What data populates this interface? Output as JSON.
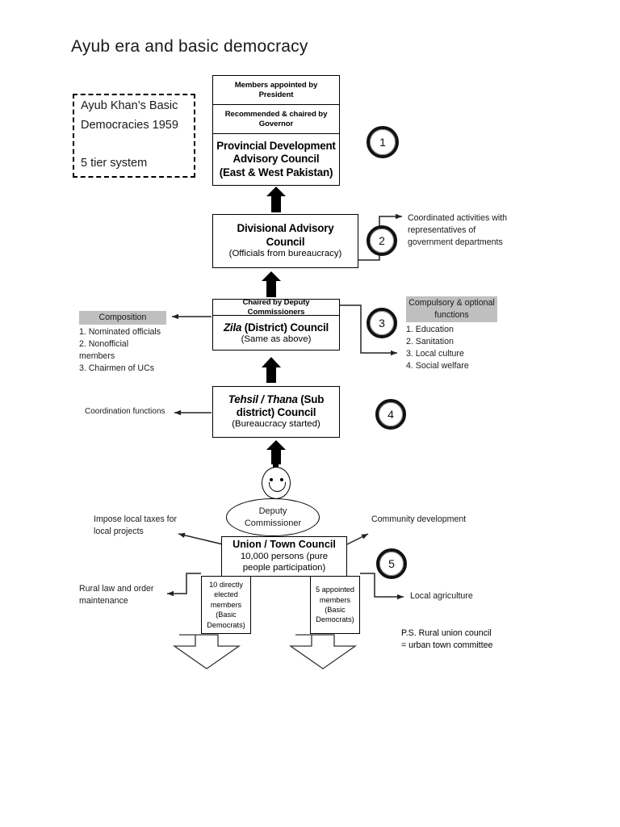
{
  "page": {
    "title": "Ayub era and basic democracy"
  },
  "legend": {
    "line1": "Ayub Khan’s Basic",
    "line2": "Democracies 1959",
    "line3": "5 tier system"
  },
  "tiers": [
    {
      "number": "1",
      "name": "provincial",
      "header1": "Members appointed by President",
      "header2": "Recommended & chaired by Governor",
      "title": "Provincial Development Advisory Council",
      "subtitle": "(East & West Pakistan)"
    },
    {
      "number": "2",
      "name": "divisional",
      "title": "Divisional Advisory Council",
      "subtitle": "(Officials from bureaucracy)"
    },
    {
      "number": "3",
      "name": "zila",
      "header1": "Chaired by Deputy Commissioners",
      "title_italic": "Zila",
      "title_rest": " (District) Council",
      "subtitle": "(Same as above)"
    },
    {
      "number": "4",
      "name": "tehsil",
      "title_italic": "Tehsil / Thana",
      "title_rest": " (Sub district) Council",
      "subtitle": "(Bureaucracy started)"
    },
    {
      "number": "5",
      "name": "union",
      "title": "Union / Town Council",
      "subtitle": "10,000 persons (pure people participation)"
    }
  ],
  "boxes": {
    "provincial": {
      "line1": "Members appointed by",
      "line2": "President",
      "line3": "Recommended & chaired by",
      "line4": "Governor",
      "line5": "Provincial Development",
      "line6": "Advisory Council",
      "line7": "(East & West Pakistan)"
    },
    "divisional": {
      "line1": "Divisional Advisory",
      "line2": "Council",
      "line3": "(Officials from bureaucracy)"
    },
    "zila": {
      "header": "Chaired by Deputy Commissioners",
      "title_italic": "Zila",
      "title_rest": "(District) Council",
      "subtitle": "(Same as above)"
    },
    "tehsil": {
      "title_italic": "Tehsil / Thana",
      "title_rest": "(Sub",
      "line2": "district) Council",
      "subtitle": "(Bureaucracy started)"
    },
    "union": {
      "title": "Union / Town Council",
      "sub_line1": "10,000 persons (pure",
      "sub_line2": "people participation)"
    },
    "elected_members": "10 directly elected members (Basic Democrats)",
    "appointed_members": "5 appointed members (Basic Democrats)"
  },
  "notes": {
    "coordinated": "Coordinated activities with representatives of government departments",
    "composition": {
      "heading": "Composition",
      "items": [
        "1. Nominated officials",
        "2. Nonofficial members",
        "3. Chairmen of UCs"
      ]
    },
    "functions": {
      "heading": "Compulsory & optional functions",
      "items": [
        "1. Education",
        "2. Sanitation",
        "3. Local culture",
        "4. Social welfare"
      ]
    },
    "coordination_functions": "Coordination functions",
    "impose_taxes": "Impose local taxes for local projects",
    "rural_law": "Rural law and order maintenance",
    "community_development": "Community development",
    "local_agriculture": "Local agriculture",
    "ps_line1": "P.S. Rural union council",
    "ps_line2": "= urban town committee"
  },
  "deputy_commissioner": {
    "line1": "Deputy",
    "line2": "Commissioner"
  },
  "circles": {
    "one": "1",
    "two": "2",
    "three": "3",
    "four": "4",
    "five": "5"
  },
  "colors": {
    "highlight": "#bfbfbf",
    "stroke": "#000000",
    "background": "#ffffff"
  }
}
